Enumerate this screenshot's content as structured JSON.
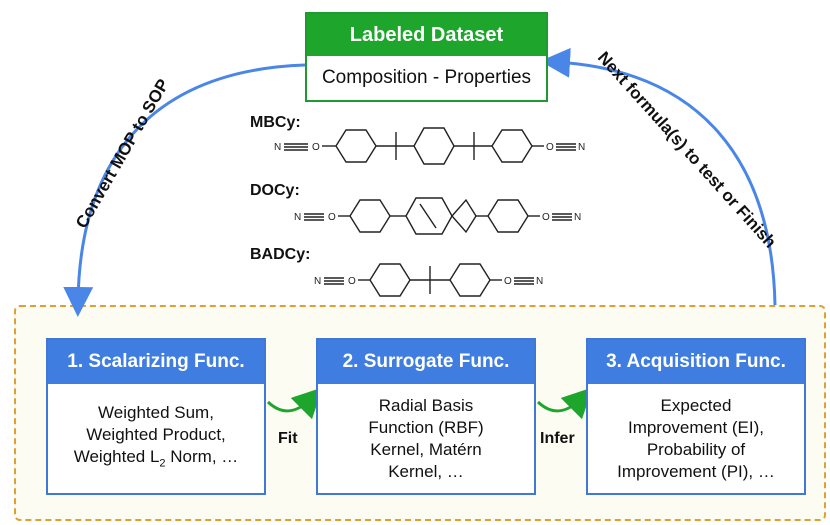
{
  "dataset": {
    "title": "Labeled Dataset",
    "subtitle": "Composition - Properties"
  },
  "molecules": [
    {
      "label": "MBCy:"
    },
    {
      "label": "DOCy:"
    },
    {
      "label": "BADCy:"
    }
  ],
  "chem": {
    "n": "N",
    "o": "O"
  },
  "arrows": {
    "left": "Convert MOP to SOP",
    "right": "Next formula(s) to test or Finish"
  },
  "functions": [
    {
      "title": "1. Scalarizing Func.",
      "lines": [
        "Weighted Sum,",
        "Weighted Product,",
        "Weighted L",
        "2",
        " Norm, …"
      ]
    },
    {
      "title": "2. Surrogate Func.",
      "lines": [
        "Radial Basis",
        "Function (RBF)",
        "Kernel, Matérn",
        "Kernel, …"
      ]
    },
    {
      "title": "3. Acquisition Func.",
      "lines": [
        "Expected",
        "Improvement (EI),",
        "Probability of",
        "Improvement (PI), …"
      ]
    }
  ],
  "edges": {
    "fit": "Fit",
    "infer": "Infer"
  },
  "colors": {
    "green": "#1ea62c",
    "blue": "#3f7de0",
    "arrow_blue": "#4a86e8",
    "dash_orange": "#e0a030"
  }
}
